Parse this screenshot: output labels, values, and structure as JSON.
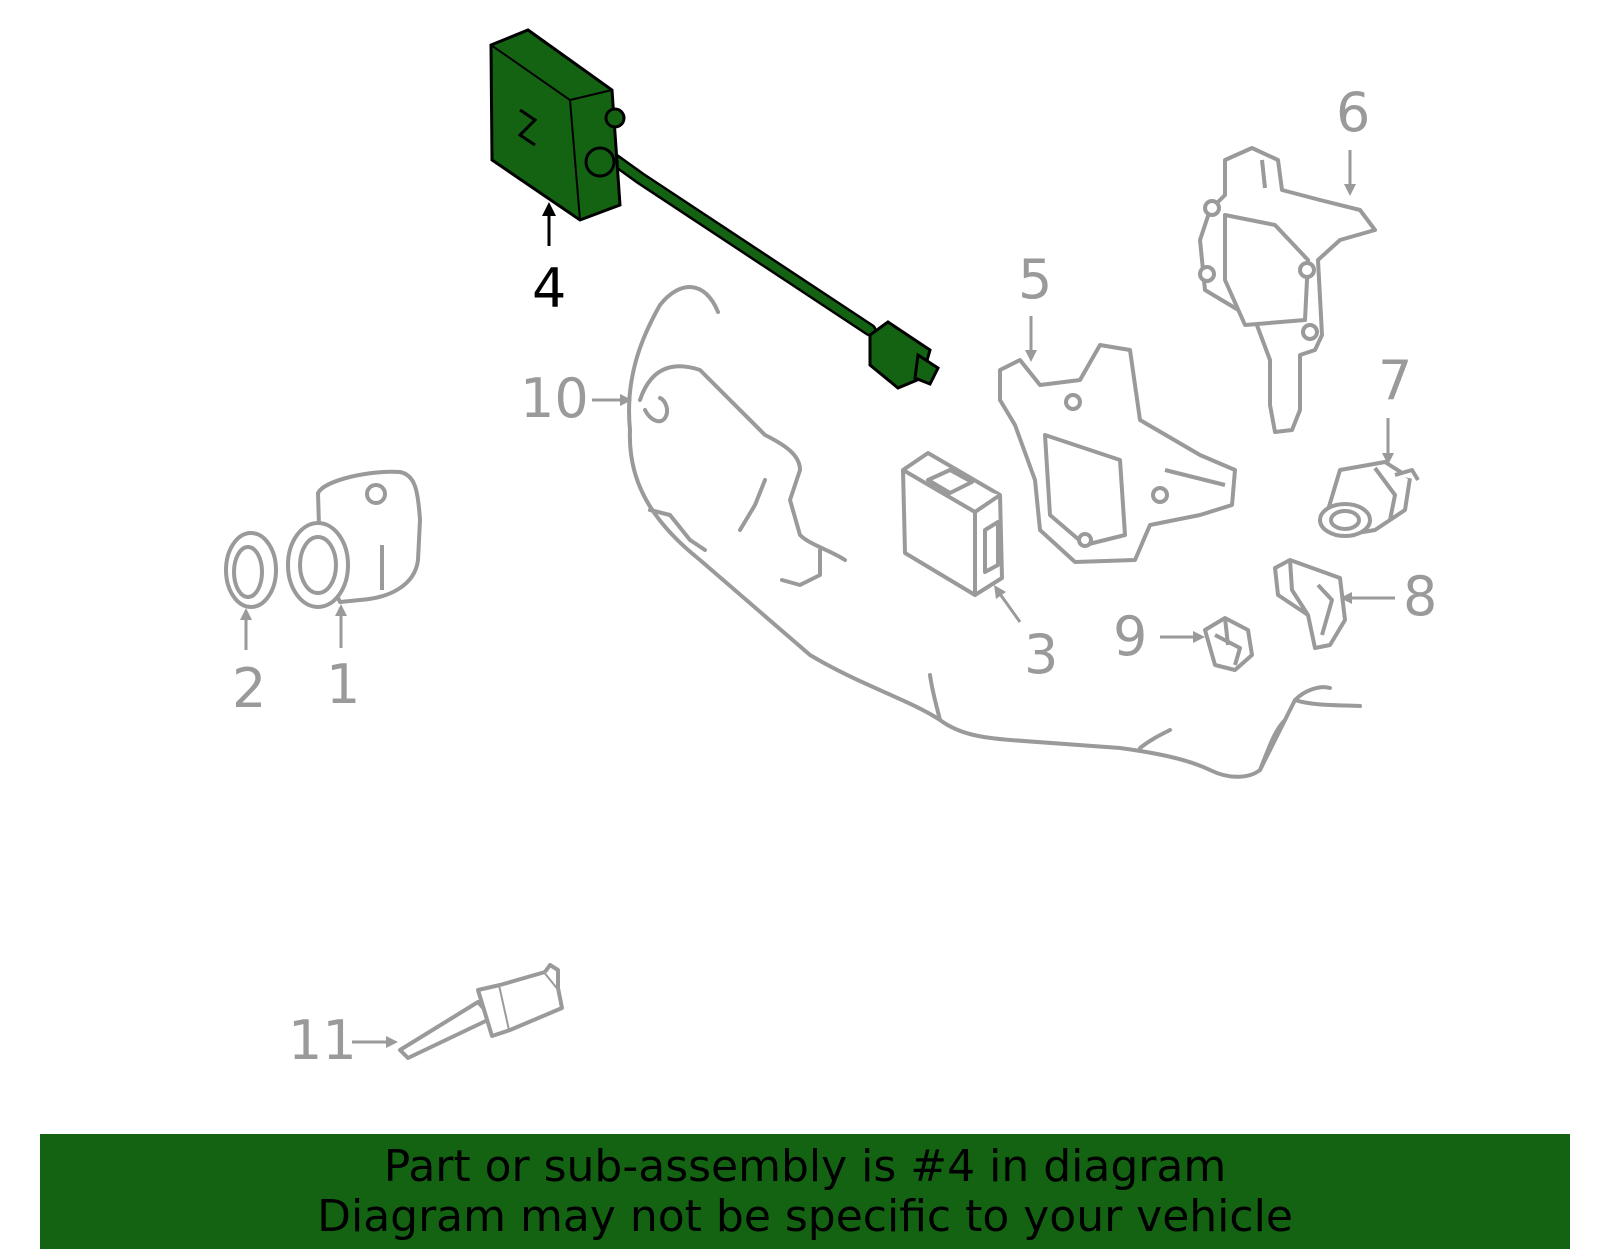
{
  "callouts": [
    {
      "number": "1",
      "highlighted": false
    },
    {
      "number": "2",
      "highlighted": false
    },
    {
      "number": "3",
      "highlighted": false
    },
    {
      "number": "4",
      "highlighted": true
    },
    {
      "number": "5",
      "highlighted": false
    },
    {
      "number": "6",
      "highlighted": false
    },
    {
      "number": "7",
      "highlighted": false
    },
    {
      "number": "8",
      "highlighted": false
    },
    {
      "number": "9",
      "highlighted": false
    },
    {
      "number": "10",
      "highlighted": false
    },
    {
      "number": "11",
      "highlighted": false
    }
  ],
  "banner": {
    "line1": "Part or sub-assembly is #4 in diagram",
    "line2": "Diagram may not be specific to your vehicle"
  },
  "colors": {
    "highlight": "#136313",
    "part_outline": "#9a9a9a",
    "banner_bg": "#136313"
  }
}
